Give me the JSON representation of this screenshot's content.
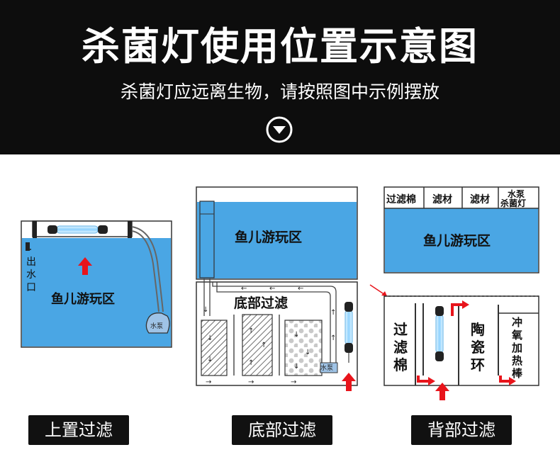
{
  "header": {
    "title": "杀菌灯使用位置示意图",
    "subtitle": "杀菌灯应远离生物，请按照图中示例摆放"
  },
  "top_filter": {
    "outlet": [
      "出",
      "水",
      "口"
    ],
    "zone": "鱼儿游玩区",
    "pump": "水泵",
    "label": "上置过滤"
  },
  "bottom_filter": {
    "zone": "鱼儿游玩区",
    "sump_title": "底部过滤",
    "pump": "水泵",
    "label": "底部过滤"
  },
  "back_filter": {
    "compartments": [
      "过滤棉",
      "滤材",
      "滤材"
    ],
    "last_compartment": [
      "水泵",
      "杀菌灯"
    ],
    "zone": "鱼儿游玩区",
    "col_cotton": [
      "过",
      "滤",
      "棉"
    ],
    "col_ceramic": [
      "陶",
      "瓷",
      "环"
    ],
    "col_heater": [
      "冲",
      "氧",
      "加",
      "热",
      "棒"
    ],
    "label": "背部过滤"
  },
  "colors": {
    "banner": "#0d0d0d",
    "water": "#4aa6e4",
    "arrow": "#e8141b",
    "lamp": "#9ed8ff"
  }
}
